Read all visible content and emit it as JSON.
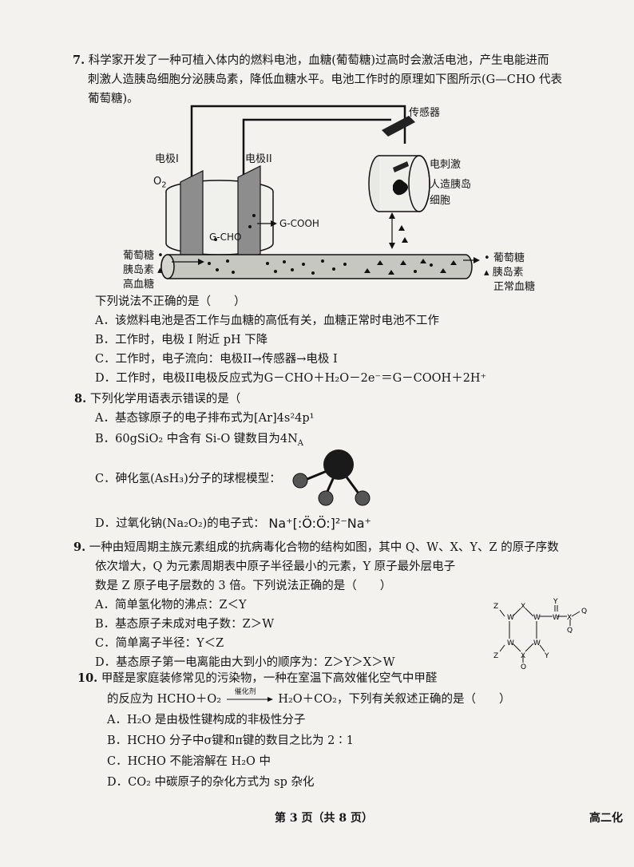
{
  "q7": {
    "num": "7.",
    "line1": "科学家开发了一种可植入体内的燃料电池，血糖(葡萄糖)过高时会激活电池，产生电能进而",
    "line2": "刺激人造胰岛细胞分泌胰岛素，降低血糖水平。电池工作时的原理如下图所示(G—CHO 代表",
    "line3": "葡萄糖)。",
    "figure": {
      "sensor": "传感器",
      "electrode1": "电极I",
      "electrode2": "电极II",
      "o2": "O",
      "o2_sub": "2",
      "gcho": "G-CHO",
      "gcooh": "G-COOH",
      "stim": "电刺激",
      "cell1": "人造胰岛",
      "cell2": "细胞",
      "left1": "葡萄糖",
      "left2": "胰岛素",
      "left3": "高血糖",
      "right1": "葡萄糖",
      "right2": "胰岛素",
      "right3": "正常血糖"
    },
    "stem": "下列说法不正确的是（　　）",
    "A": "A．该燃料电池是否工作与血糖的高低有关，血糖正常时电池不工作",
    "B": "B．工作时，电极 I 附近 pH 下降",
    "C": "C．工作时，电子流向：电极II→传感器→电极 I",
    "D": "D．工作时，电极II电极反应式为G－CHO＋H₂O－2e⁻＝G－COOH＋2H⁺"
  },
  "q8": {
    "num": "8.",
    "stem": "下列化学用语表示错误的是（",
    "A": "A．基态镓原子的电子排布式为[Ar]4s²4p¹",
    "B": "B．60gSiO₂ 中含有 Si-O 键数目为4N",
    "B_sub": "A",
    "C": "C．砷化氢(AsH₃)分子的球棍模型：",
    "D": "D．过氧化钠(Na₂O₂)的电子式：",
    "D_formula": "Na⁺[:Ö:Ö:]²⁻Na⁺"
  },
  "q9": {
    "num": "9.",
    "line1": "一种由短周期主族元素组成的抗病毒化合物的结构如图，其中 Q、W、X、Y、Z 的原子序数",
    "line2": "依次增大，Q 为元素周期表中原子半径最小的元素，Y 原子最外层电子",
    "line3": "数是 Z 原子电子层数的 3 倍。下列说法正确的是（　　）",
    "A": "A．简单氢化物的沸点：Z＜Y",
    "B": "B．基态原子未成对电子数：Z＞W",
    "C": "C．简单离子半径：Y＜Z",
    "D": "D．基态原子第一电离能由大到小的顺序为：Z＞Y＞X＞W"
  },
  "q10": {
    "num": "10.",
    "line1": "甲醛是家庭装修常见的污染物，一种在室温下高效催化空气中甲醛",
    "line2a": "的反应为 HCHO＋O₂",
    "catalyst": "催化剂",
    "line2b": "H₂O＋CO₂，下列有关叙述正确的是（　　）",
    "A": "A．H₂O 是由极性键构成的非极性分子",
    "B": "B．HCHO 分子中σ键和π键的数目之比为 2∶1",
    "C": "C．HCHO 不能溶解在 H₂O 中",
    "D": "D．CO₂ 中碳原子的杂化方式为 sp 杂化"
  },
  "footer": {
    "page": "第 3 页（共 8 页）",
    "subject": "高二化"
  }
}
